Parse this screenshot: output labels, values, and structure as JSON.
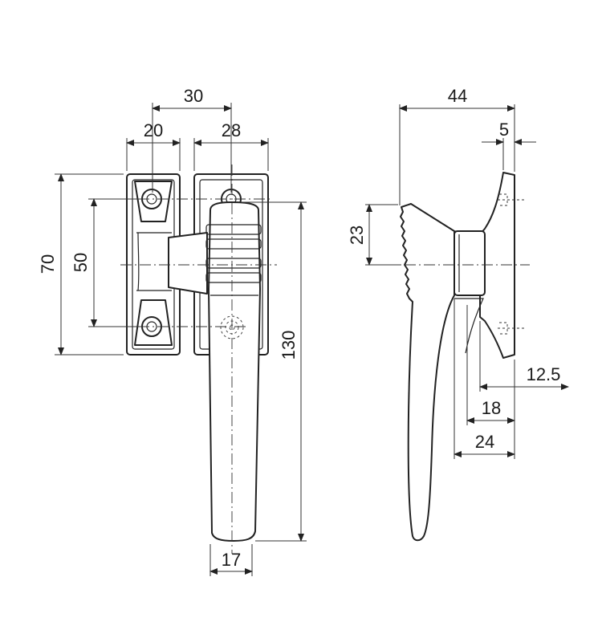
{
  "front_view": {
    "dims": {
      "width_30": "30",
      "width_20": "20",
      "width_28": "28",
      "height_70": "70",
      "height_50": "50",
      "length_130": "130",
      "grip_17": "17"
    }
  },
  "side_view": {
    "dims": {
      "depth_44": "44",
      "plate_5": "5",
      "offset_23": "23",
      "offset_12_5": "12.5",
      "offset_18": "18",
      "offset_24": "24"
    }
  }
}
